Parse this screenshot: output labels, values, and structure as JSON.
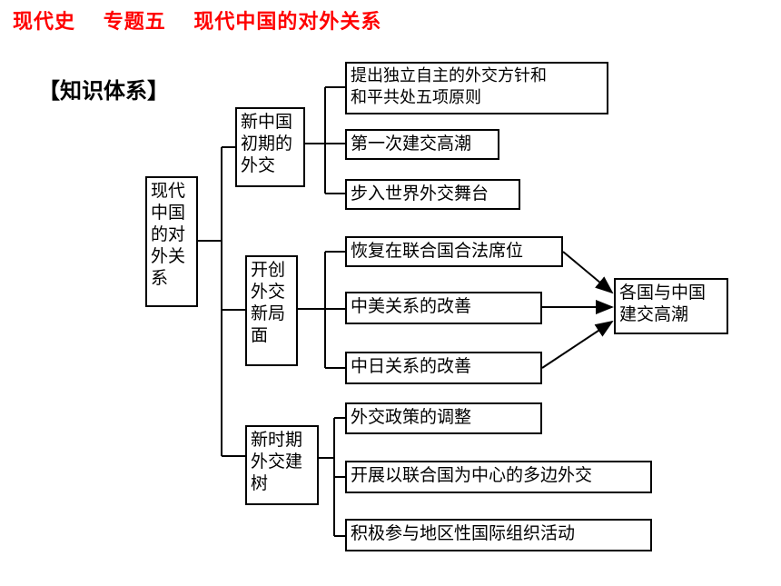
{
  "title": {
    "part1": "现代史",
    "part2": "专题五",
    "part3": "现代中国的对外关系"
  },
  "heading": "【知识体系】",
  "diagram": {
    "root": "现代\n中国\n的对\n外关\n系",
    "branch1": {
      "label": "新中国\n初期的\n外交",
      "items": [
        "提出独立自主的外交方针和\n和平共处五项原则",
        "第一次建交高潮",
        "步入世界外交舞台"
      ]
    },
    "branch2": {
      "label": "开创\n外交\n新局\n面",
      "items": [
        "恢复在联合国合法席位",
        "中美关系的改善",
        "中日关系的改善"
      ]
    },
    "result": "各国与中国\n建交高潮",
    "branch3": {
      "label": "新时期\n外交建\n树",
      "items": [
        "外交政策的调整",
        "开展以联合国为中心的多边外交",
        "积极参与地区性国际组织活动"
      ]
    }
  }
}
